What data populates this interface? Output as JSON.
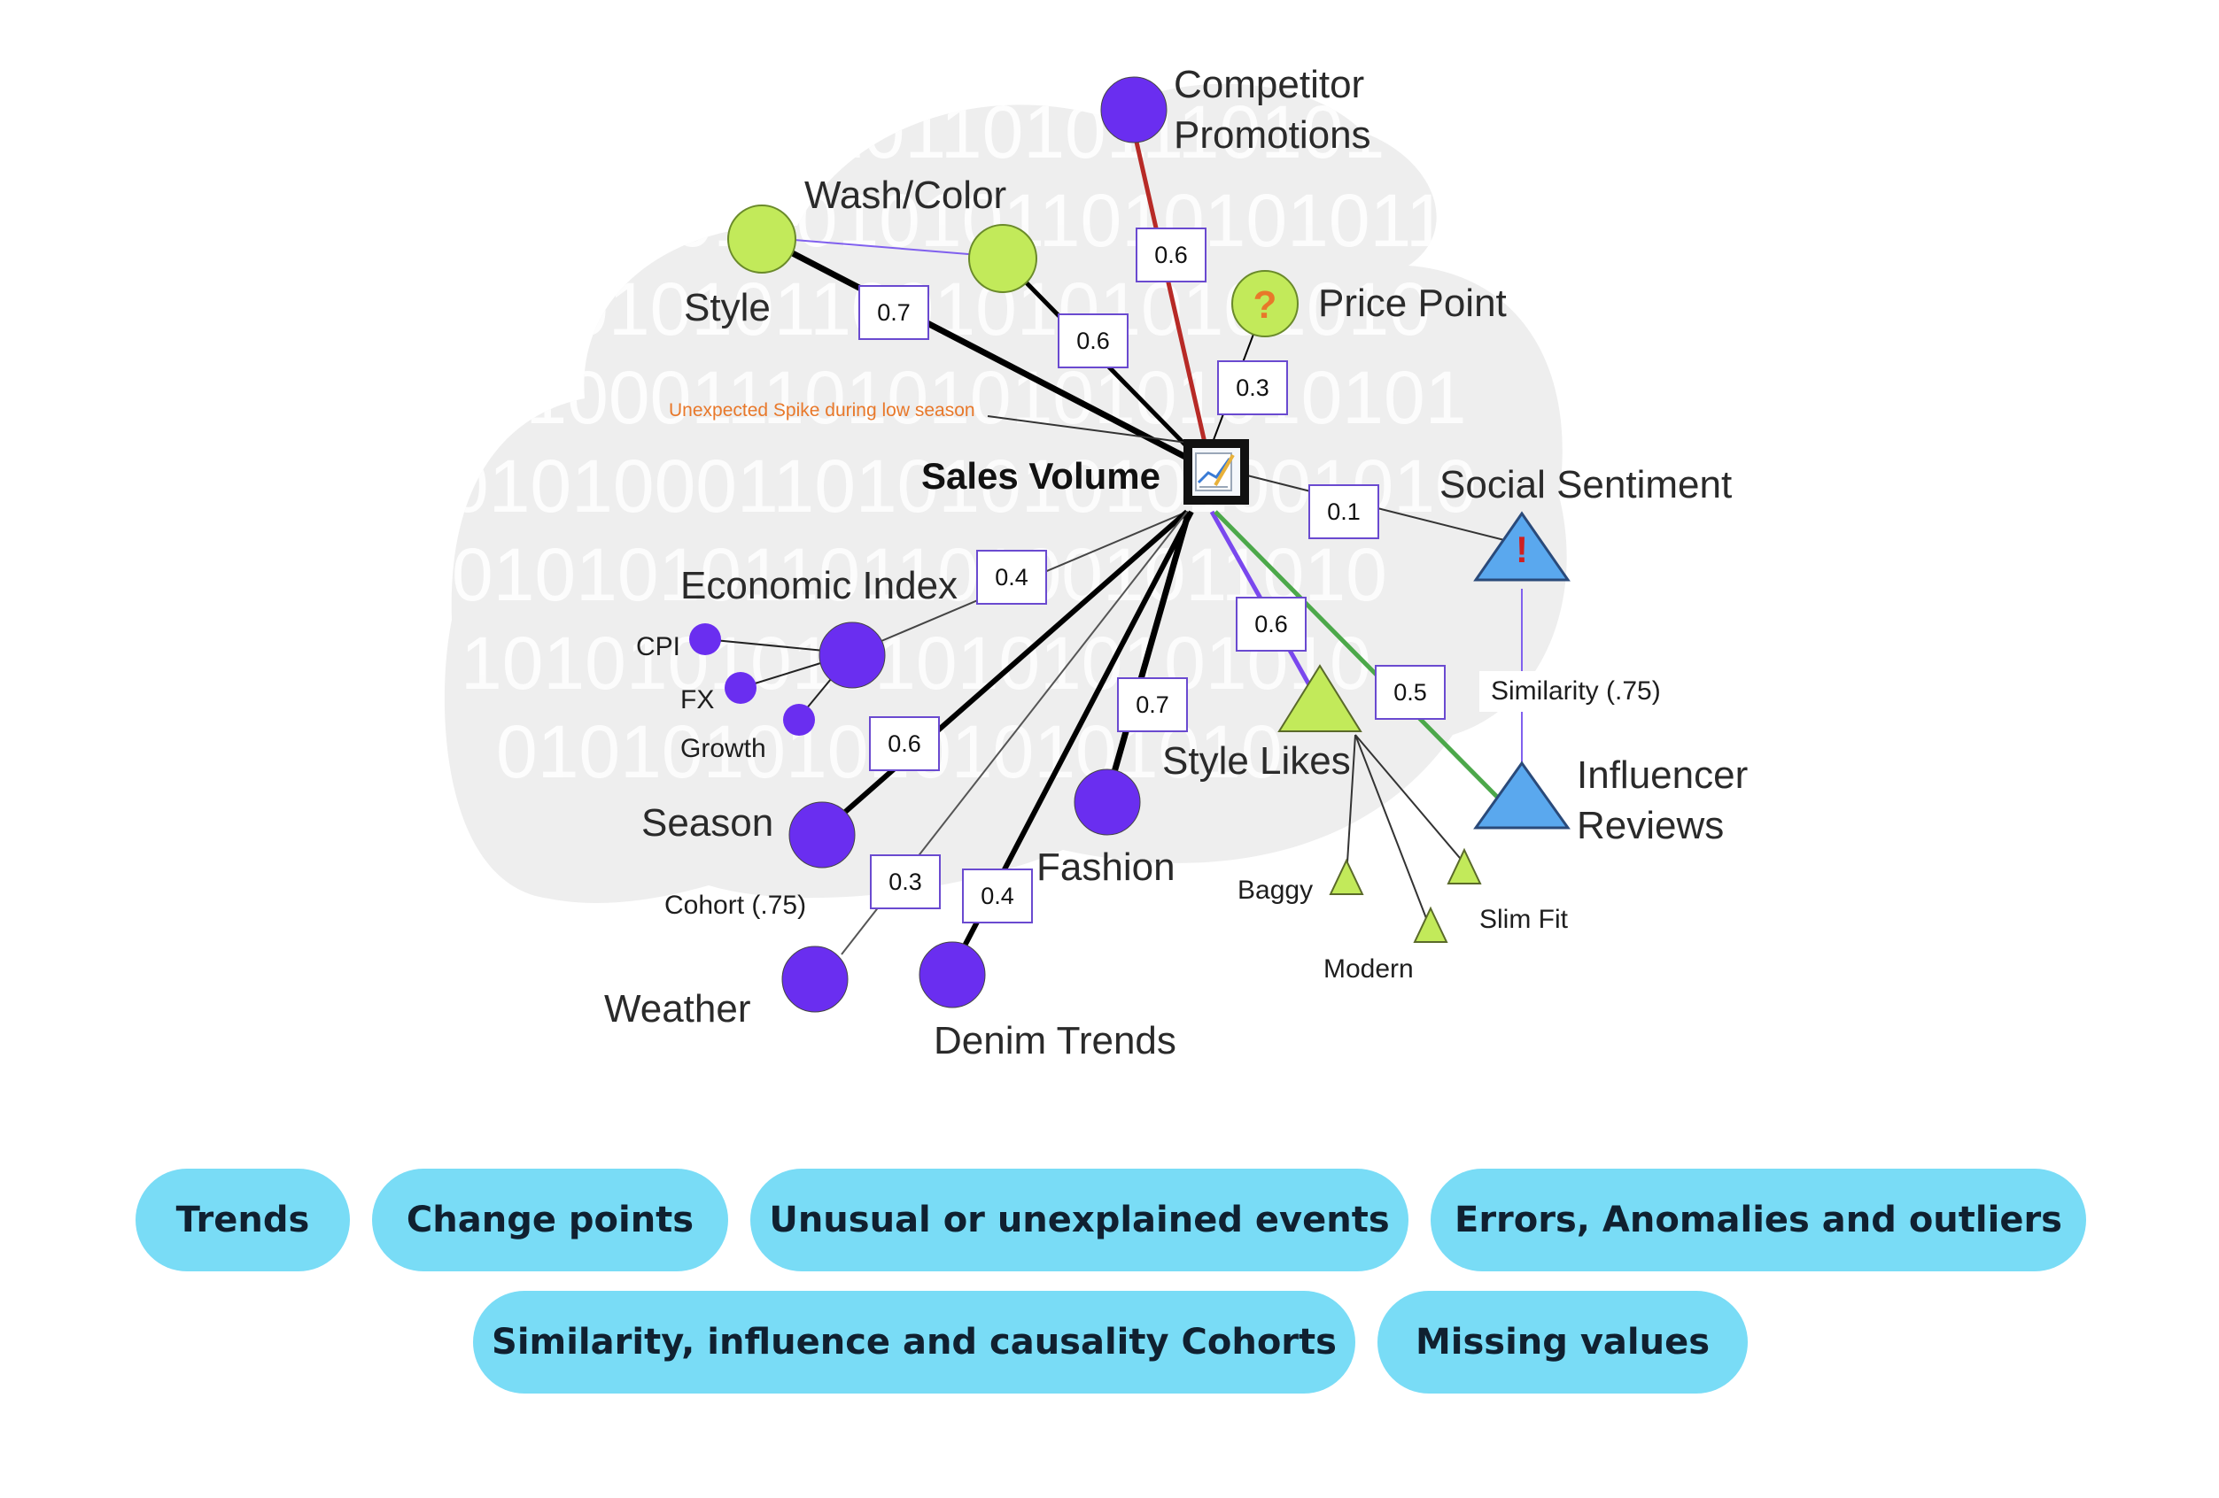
{
  "hub": {
    "label": "Sales Volume",
    "icon": "chart-document-icon"
  },
  "annotation": "Unexpected Spike during low season",
  "nodes": {
    "competitor": [
      "Competitor",
      "Promotions"
    ],
    "wash": "Wash/Color",
    "style": "Style",
    "price": "Price Point",
    "social": "Social Sentiment",
    "economic": "Economic Index",
    "cpi": "CPI",
    "fx": "FX",
    "growth": "Growth",
    "season": "Season",
    "cohort": "Cohort (.75)",
    "weather": "Weather",
    "denim": "Denim Trends",
    "fashion": "Fashion",
    "style_likes": "Style Likes",
    "baggy": "Baggy",
    "modern": "Modern",
    "slim": "Slim Fit",
    "influencer": [
      "Influencer",
      "Reviews"
    ],
    "similarity": "Similarity (.75)"
  },
  "weights": {
    "competitor": "0.6",
    "style": "0.7",
    "wash": "0.6",
    "price": "0.3",
    "social": "0.1",
    "economic": "0.4",
    "style_likes": "0.6",
    "influencer": "0.5",
    "fashion": "0.7",
    "season": "0.6",
    "weather": "0.3",
    "denim": "0.4"
  },
  "price_marker": "?",
  "social_marker": "!",
  "background_digits": [
    "10111010010110101110101",
    "1010101001010110101010110",
    "010010101100101010101010",
    "1010001110101010101010101",
    "0101000110101010101001010",
    "01010101101101001011010",
    "1010101010101010101010",
    "0101010101010101010"
  ],
  "colors": {
    "purple": "#6a2ef0",
    "green": "#c2ea5a",
    "blue": "#5aa8ee",
    "red_edge": "#b72a26",
    "green_edge": "#4ca84a",
    "purple_edge": "#7a48ee",
    "cloud": "#eeeeee",
    "annotation": "#e8782a",
    "pill": "#79dcf6"
  },
  "pills": [
    [
      "Trends",
      "Change points",
      "Unusual or unexplained events",
      "Errors,  Anomalies and outliers"
    ],
    [
      "Similarity, influence and causality Cohorts",
      "Missing values"
    ]
  ]
}
